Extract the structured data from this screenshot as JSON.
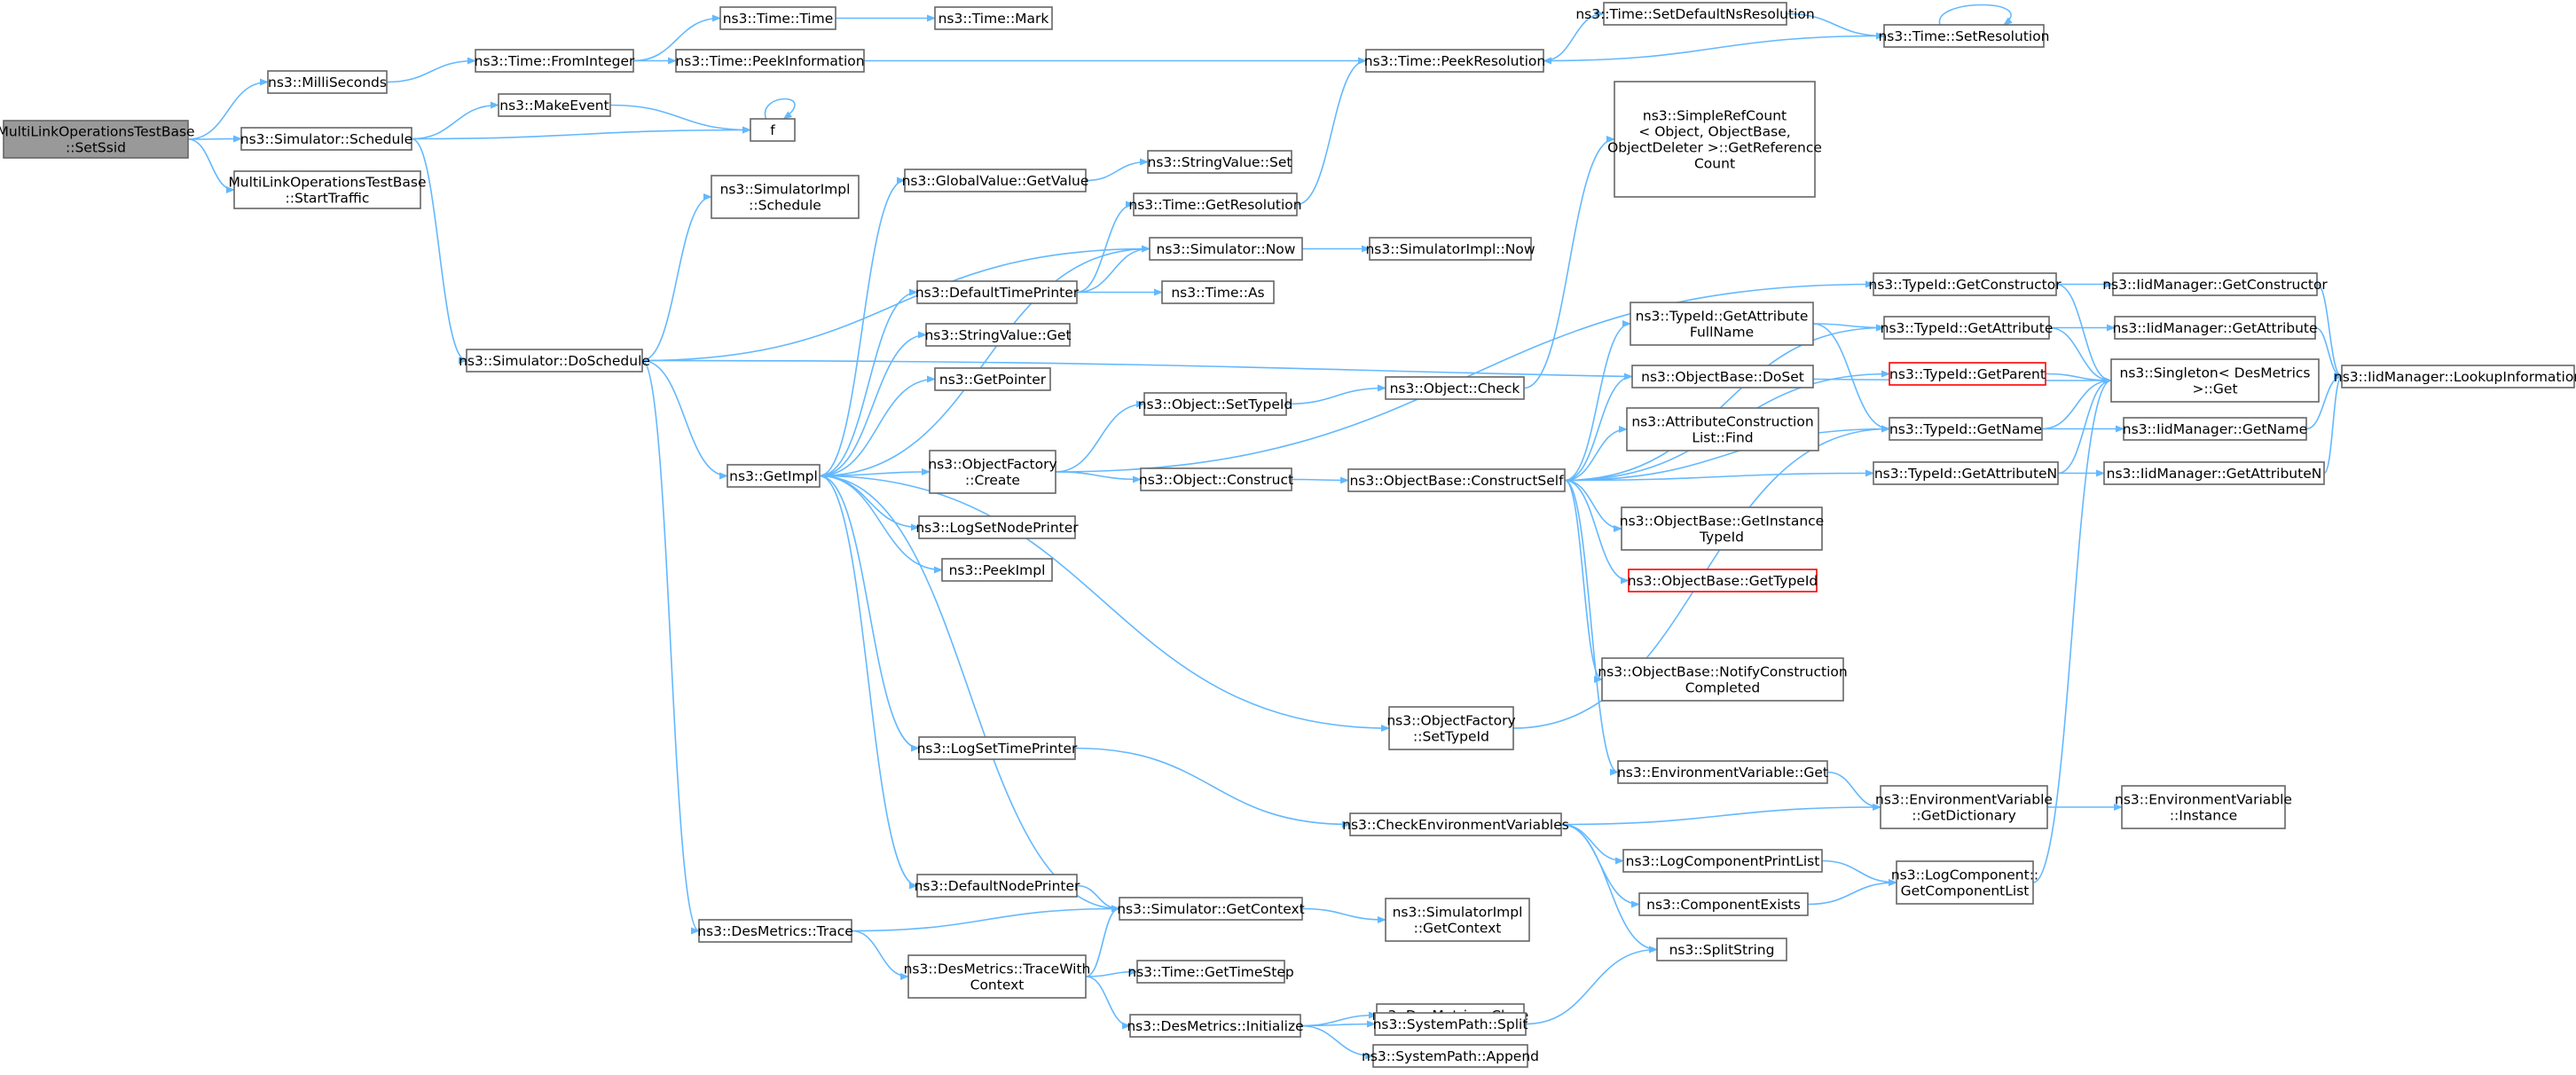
{
  "diagram": {
    "nodes": [
      {
        "id": "root",
        "lines": [
          "MultiLinkOperationsTestBase",
          "::SetSsid"
        ],
        "style": "root"
      },
      {
        "id": "msec",
        "lines": [
          "ns3::MilliSeconds"
        ]
      },
      {
        "id": "sched",
        "lines": [
          "ns3::Simulator::Schedule"
        ]
      },
      {
        "id": "starttraffic",
        "lines": [
          "MultiLinkOperationsTestBase",
          "::StartTraffic"
        ]
      },
      {
        "id": "fromint",
        "lines": [
          "ns3::Time::FromInteger"
        ]
      },
      {
        "id": "makeevent",
        "lines": [
          "ns3::MakeEvent"
        ]
      },
      {
        "id": "f",
        "lines": [
          "f"
        ]
      },
      {
        "id": "doschedule",
        "lines": [
          "ns3::Simulator::DoSchedule"
        ]
      },
      {
        "id": "timetime",
        "lines": [
          "ns3::Time::Time"
        ]
      },
      {
        "id": "mark",
        "lines": [
          "ns3::Time::Mark"
        ]
      },
      {
        "id": "peekinfo",
        "lines": [
          "ns3::Time::PeekInformation"
        ]
      },
      {
        "id": "peekres",
        "lines": [
          "ns3::Time::PeekResolution"
        ]
      },
      {
        "id": "setdefres",
        "lines": [
          "ns3::Time::SetDefaultNsResolution"
        ]
      },
      {
        "id": "setres",
        "lines": [
          "ns3::Time::SetResolution"
        ]
      },
      {
        "id": "simimplsched",
        "lines": [
          "ns3::SimulatorImpl",
          "::Schedule"
        ]
      },
      {
        "id": "getimpl",
        "lines": [
          "ns3::GetImpl"
        ]
      },
      {
        "id": "dmtrace",
        "lines": [
          "ns3::DesMetrics::Trace"
        ]
      },
      {
        "id": "gvgetvalue",
        "lines": [
          "ns3::GlobalValue::GetValue"
        ]
      },
      {
        "id": "svset",
        "lines": [
          "ns3::StringValue::Set"
        ]
      },
      {
        "id": "getres",
        "lines": [
          "ns3::Time::GetResolution"
        ]
      },
      {
        "id": "simnow",
        "lines": [
          "ns3::Simulator::Now"
        ]
      },
      {
        "id": "simimplnow",
        "lines": [
          "ns3::SimulatorImpl::Now"
        ]
      },
      {
        "id": "dtp",
        "lines": [
          "ns3::DefaultTimePrinter"
        ]
      },
      {
        "id": "timeas",
        "lines": [
          "ns3::Time::As"
        ]
      },
      {
        "id": "svget",
        "lines": [
          "ns3::StringValue::Get"
        ]
      },
      {
        "id": "getpointer",
        "lines": [
          "ns3::GetPointer"
        ]
      },
      {
        "id": "ofcreate",
        "lines": [
          "ns3::ObjectFactory",
          "::Create"
        ]
      },
      {
        "id": "settypeid",
        "lines": [
          "ns3::Object::SetTypeId"
        ]
      },
      {
        "id": "objconstruct",
        "lines": [
          "ns3::Object::Construct"
        ]
      },
      {
        "id": "objcheck",
        "lines": [
          "ns3::Object::Check"
        ]
      },
      {
        "id": "lsnp",
        "lines": [
          "ns3::LogSetNodePrinter"
        ]
      },
      {
        "id": "peekimpl",
        "lines": [
          "ns3::PeekImpl"
        ]
      },
      {
        "id": "lstp",
        "lines": [
          "ns3::LogSetTimePrinter"
        ]
      },
      {
        "id": "dnp",
        "lines": [
          "ns3::DefaultNodePrinter"
        ]
      },
      {
        "id": "simgetctx",
        "lines": [
          "ns3::Simulator::GetContext"
        ]
      },
      {
        "id": "simimplgetctx",
        "lines": [
          "ns3::SimulatorImpl",
          "::GetContext"
        ]
      },
      {
        "id": "gettimestep",
        "lines": [
          "ns3::Time::GetTimeStep"
        ]
      },
      {
        "id": "dmtracectx",
        "lines": [
          "ns3::DesMetrics::TraceWith",
          "Context"
        ]
      },
      {
        "id": "dmclose",
        "lines": [
          "ns3::DesMetrics::Close"
        ]
      },
      {
        "id": "dminit",
        "lines": [
          "ns3::DesMetrics::Initialize"
        ]
      },
      {
        "id": "spsplit",
        "lines": [
          "ns3::SystemPath::Split"
        ]
      },
      {
        "id": "spappend",
        "lines": [
          "ns3::SystemPath::Append"
        ]
      },
      {
        "id": "simplerefcount",
        "lines": [
          "ns3::SimpleRefCount",
          "< Object, ObjectBase,",
          "ObjectDeleter >::GetReference",
          "Count"
        ]
      },
      {
        "id": "constructself",
        "lines": [
          "ns3::ObjectBase::ConstructSelf"
        ]
      },
      {
        "id": "getattrfull",
        "lines": [
          "ns3::TypeId::GetAttribute",
          "FullName"
        ]
      },
      {
        "id": "obdoset",
        "lines": [
          "ns3::ObjectBase::DoSet"
        ]
      },
      {
        "id": "attrfind",
        "lines": [
          "ns3::AttributeConstruction",
          "List::Find"
        ]
      },
      {
        "id": "obgetinst",
        "lines": [
          "ns3::ObjectBase::GetInstance",
          "TypeId"
        ]
      },
      {
        "id": "obgettypeid",
        "lines": [
          "ns3::ObjectBase::GetTypeId"
        ],
        "style": "red"
      },
      {
        "id": "obnotify",
        "lines": [
          "ns3::ObjectBase::NotifyConstruction",
          "Completed"
        ]
      },
      {
        "id": "ofsettypeid",
        "lines": [
          "ns3::ObjectFactory",
          "::SetTypeId"
        ]
      },
      {
        "id": "envget",
        "lines": [
          "ns3::EnvironmentVariable::Get"
        ]
      },
      {
        "id": "checkenv",
        "lines": [
          "ns3::CheckEnvironmentVariables"
        ]
      },
      {
        "id": "lcprintlist",
        "lines": [
          "ns3::LogComponentPrintList"
        ]
      },
      {
        "id": "compexists",
        "lines": [
          "ns3::ComponentExists"
        ]
      },
      {
        "id": "splitstring",
        "lines": [
          "ns3::SplitString"
        ]
      },
      {
        "id": "getctor",
        "lines": [
          "ns3::TypeId::GetConstructor"
        ]
      },
      {
        "id": "getattr",
        "lines": [
          "ns3::TypeId::GetAttribute"
        ]
      },
      {
        "id": "getparent",
        "lines": [
          "ns3::TypeId::GetParent"
        ],
        "style": "red"
      },
      {
        "id": "getname",
        "lines": [
          "ns3::TypeId::GetName"
        ]
      },
      {
        "id": "getattrn",
        "lines": [
          "ns3::TypeId::GetAttributeN"
        ]
      },
      {
        "id": "envdict",
        "lines": [
          "ns3::EnvironmentVariable",
          "::GetDictionary"
        ]
      },
      {
        "id": "lcgetlist",
        "lines": [
          "ns3::LogComponent::",
          "GetComponentList"
        ]
      },
      {
        "id": "iidgetctor",
        "lines": [
          "ns3::IidManager::GetConstructor"
        ]
      },
      {
        "id": "iidgetattr",
        "lines": [
          "ns3::IidManager::GetAttribute"
        ]
      },
      {
        "id": "singleton",
        "lines": [
          "ns3::Singleton< DesMetrics",
          ">::Get"
        ]
      },
      {
        "id": "iidgetname",
        "lines": [
          "ns3::IidManager::GetName"
        ]
      },
      {
        "id": "iidgetattrn",
        "lines": [
          "ns3::IidManager::GetAttributeN"
        ]
      },
      {
        "id": "envinstance",
        "lines": [
          "ns3::EnvironmentVariable",
          "::Instance"
        ]
      },
      {
        "id": "iidlookup",
        "lines": [
          "ns3::IidManager::LookupInformation"
        ]
      }
    ]
  }
}
